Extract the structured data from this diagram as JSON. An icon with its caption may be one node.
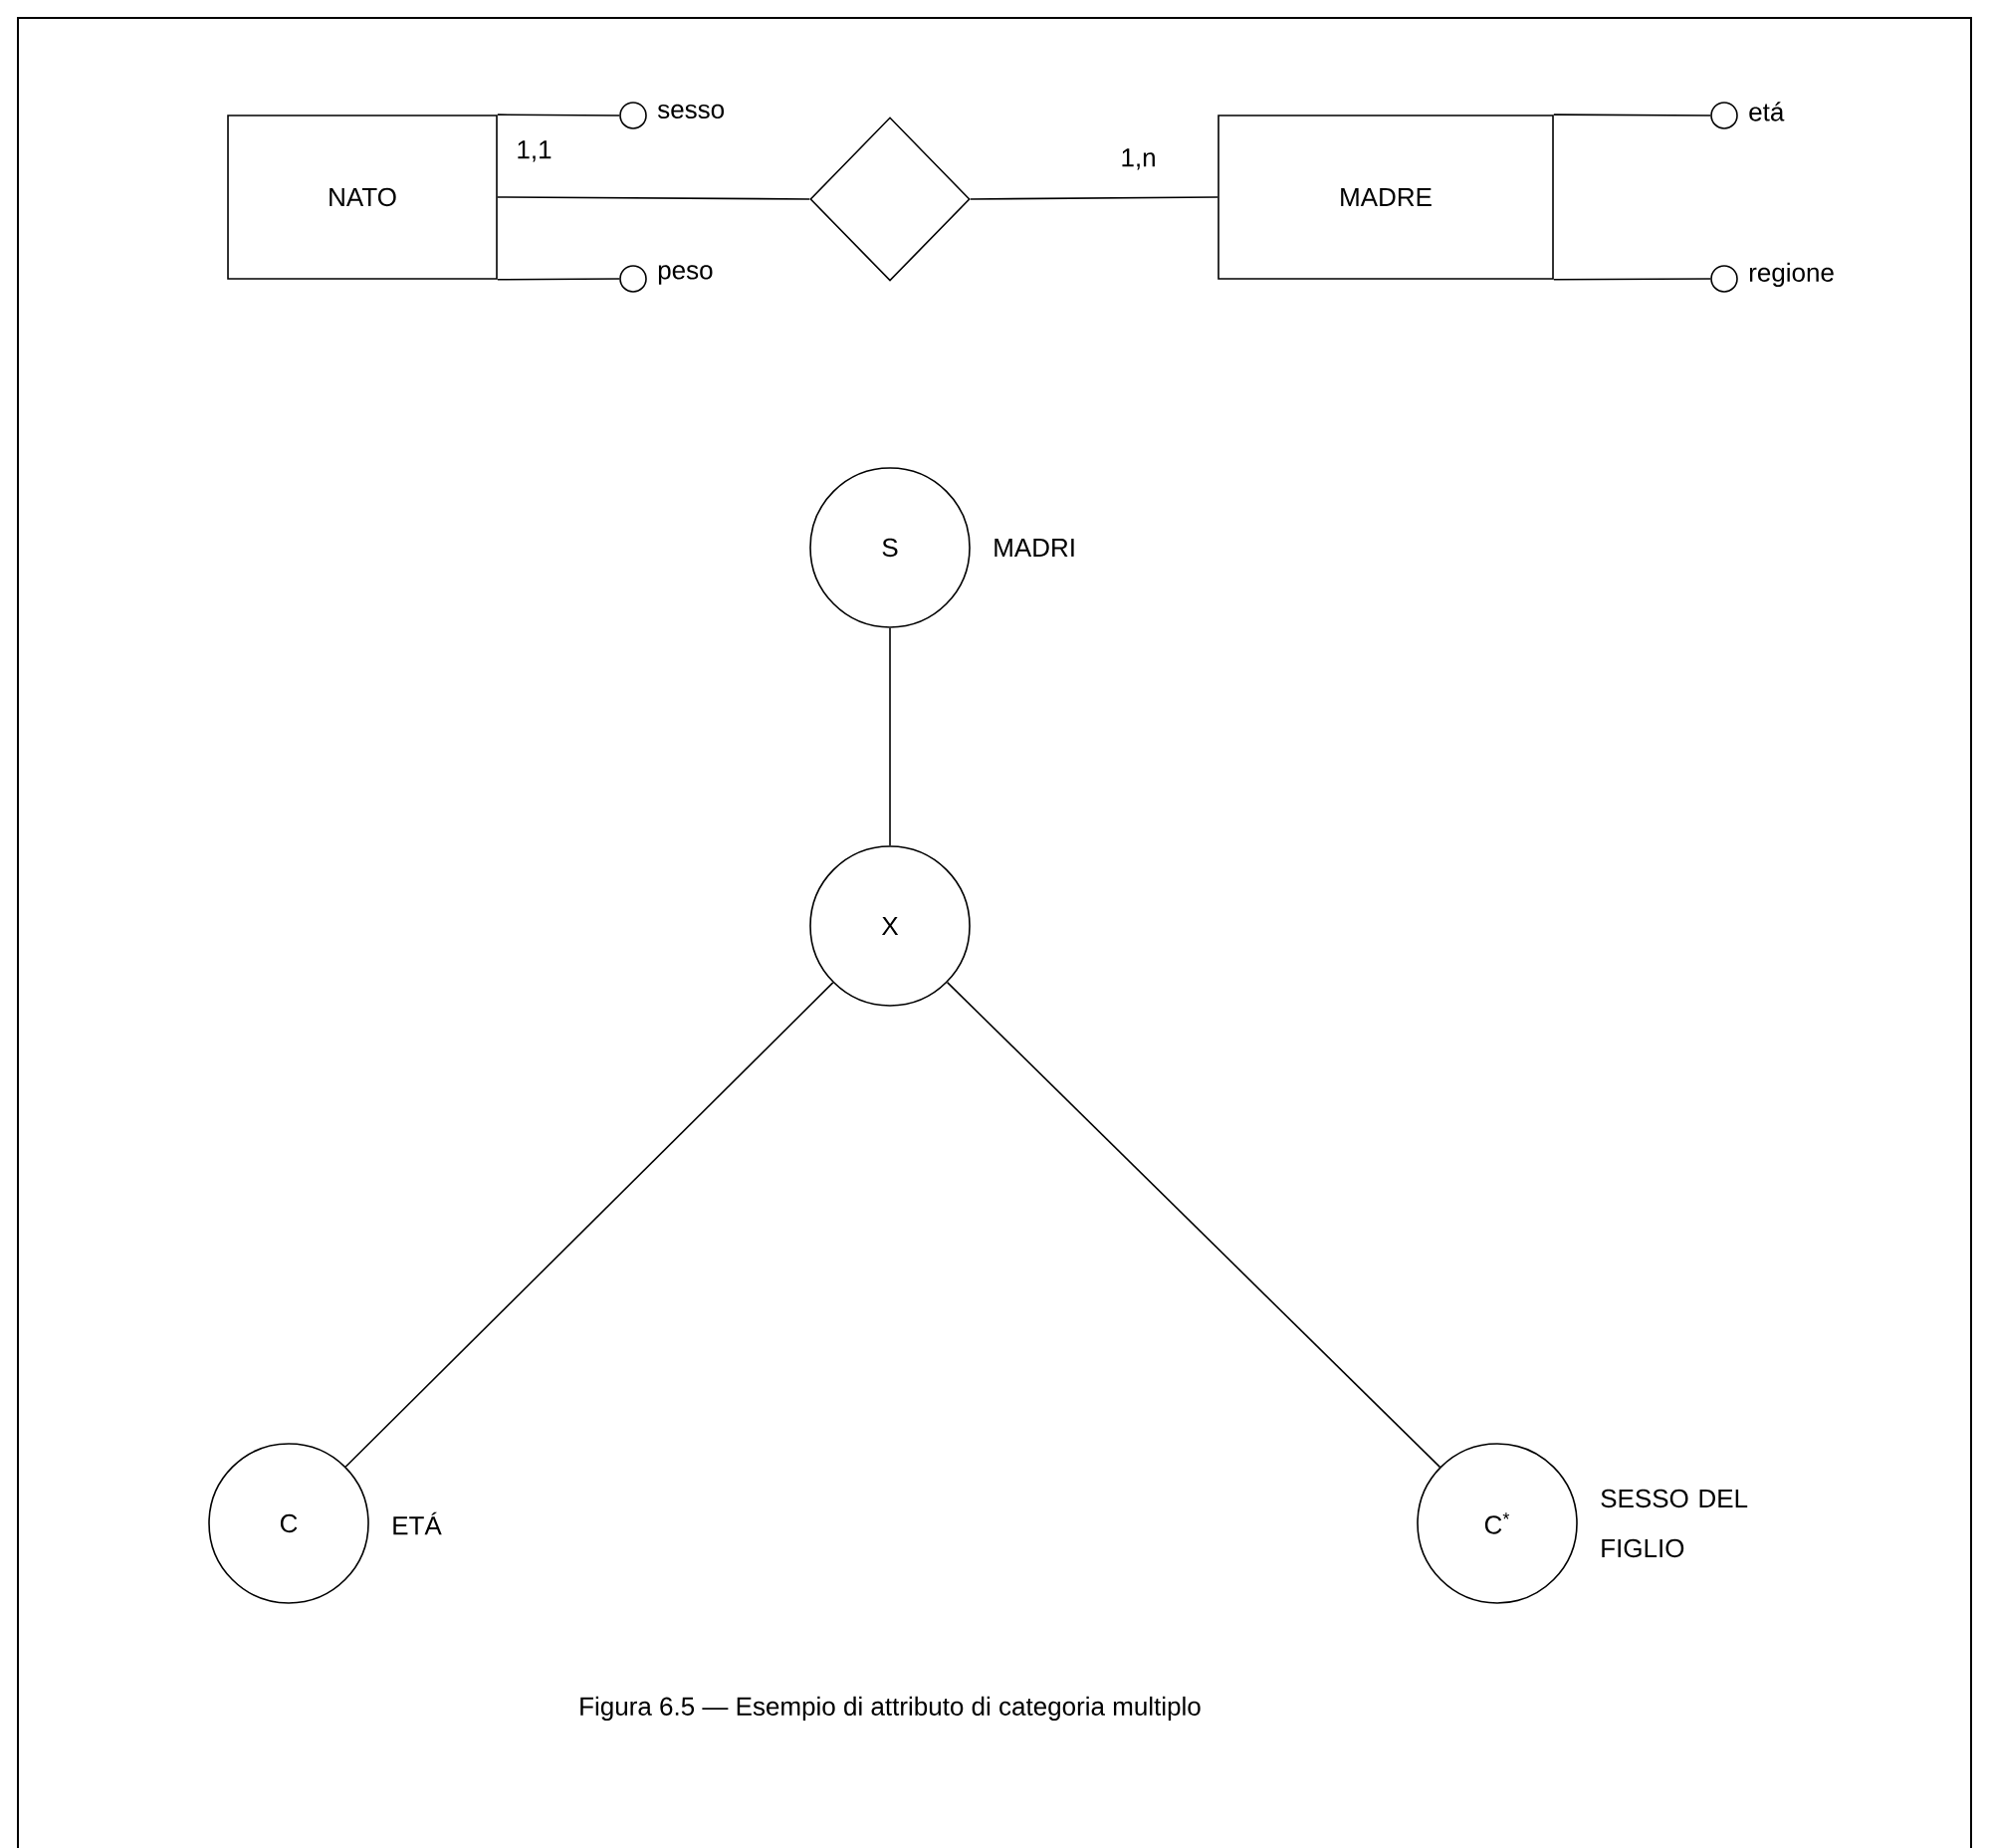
{
  "diagram": {
    "caption": "Figura 6.5 — Esempio di attributo di categoria multiplo",
    "nodes": [
      {
        "text": [
          "NATO"
        ]
      },
      {
        "text": [],
        "shape": "diamond"
      },
      {
        "text": [
          "MADRE"
        ]
      },
      {
        "text": [],
        "shape": "circle",
        "beside": [
          "sesso"
        ]
      },
      {
        "text": [],
        "shape": "circle",
        "beside": [
          "peso"
        ]
      },
      {
        "text": [],
        "shape": "circle",
        "beside": [
          "etá"
        ]
      },
      {
        "text": [],
        "shape": "circle",
        "beside": [
          "regione"
        ]
      },
      {
        "text": [
          "S"
        ],
        "beside": [
          "MADRI"
        ]
      },
      {
        "text": [
          "X"
        ]
      },
      {
        "text": [
          "C"
        ],
        "beside": [
          "ETÁ"
        ]
      },
      {
        "text": [
          "C$^{*}$"
        ],
        "beside": [
          "SESSO DEL FIGLIO"
        ]
      }
    ],
    "edges": [
      {
        "from": 0,
        "to": 1,
        "arrow": "none",
        "label": "1,1"
      },
      {
        "from": 1,
        "to": 2,
        "arrow": "none",
        "label": "1,n"
      },
      {
        "from": 0,
        "to": 3,
        "arrow": "none"
      },
      {
        "from": 0,
        "to": 4,
        "arrow": "none"
      },
      {
        "from": 2,
        "to": 5,
        "arrow": "none"
      },
      {
        "from": 2,
        "to": 6,
        "arrow": "none"
      },
      {
        "from": 7,
        "to": 8,
        "arrow": "none"
      },
      {
        "from": 8,
        "to": 9,
        "arrow": "none"
      },
      {
        "from": 8,
        "to": 10,
        "arrow": "none"
      }
    ]
  }
}
